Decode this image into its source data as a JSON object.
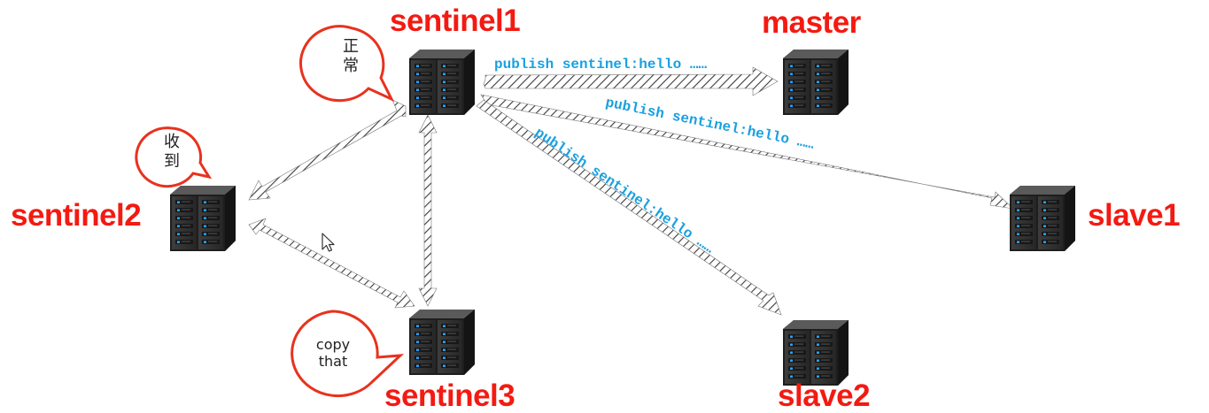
{
  "colors": {
    "label": "#f31a12",
    "message": "#1aa0e0",
    "bubble_border": "#e8321e",
    "arrow_hatch": "#444444"
  },
  "nodes": {
    "sentinel1": "sentinel1",
    "sentinel2": "sentinel2",
    "sentinel3": "sentinel3",
    "master": "master",
    "slave1": "slave1",
    "slave2": "slave2"
  },
  "bubbles": {
    "sentinel1": "正常",
    "sentinel2": "收到",
    "sentinel3": "copy that"
  },
  "messages": {
    "to_master": "publish sentinel:hello ……",
    "to_slave1": "publish sentinel:hello ……",
    "to_slave2": "publish sentinel:hello ……"
  },
  "icons": [
    "server-icon",
    "speech-bubble-icon",
    "hatched-arrow",
    "mouse-cursor-icon"
  ]
}
